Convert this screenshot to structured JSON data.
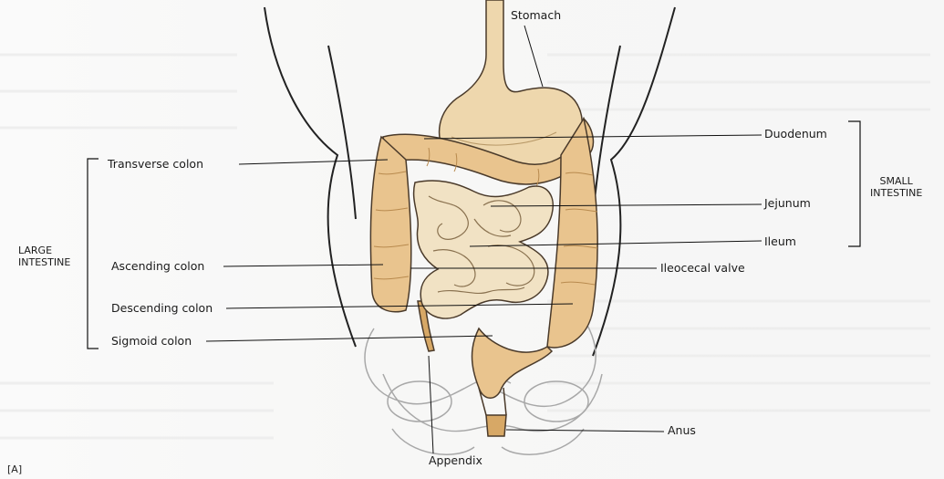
{
  "labels": {
    "stomach": "Stomach",
    "duodenum": "Duodenum",
    "jejunum": "Jejunum",
    "ileum": "Ileum",
    "ileocecal_valve": "Ileocecal valve",
    "transverse_colon": "Transverse colon",
    "ascending_colon": "Ascending colon",
    "descending_colon": "Descending colon",
    "sigmoid_colon": "Sigmoid colon",
    "appendix": "Appendix",
    "anus": "Anus"
  },
  "groups": {
    "large_intestine_line1": "LARGE",
    "large_intestine_line2": "INTESTINE",
    "small_intestine_line1": "SMALL",
    "small_intestine_line2": "INTESTINE"
  },
  "figure_tag": "[A]",
  "colors": {
    "intestine_fill": "#e9c48e",
    "intestine_shade": "#d7a866",
    "small_intestine_fill": "#f1e2c4",
    "outline": "#4a3a2a",
    "skeleton": "#9a9a9a",
    "body_outline": "#222222"
  }
}
